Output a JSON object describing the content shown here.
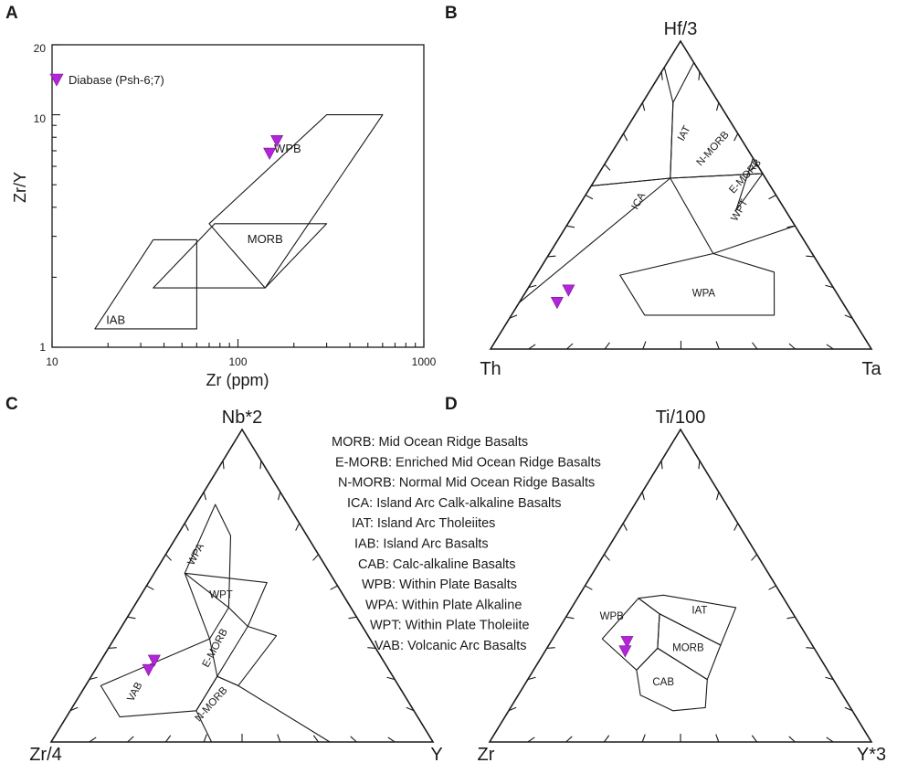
{
  "chart_data": [
    {
      "panel": "A",
      "type": "scatter",
      "xlabel": "Zr (ppm)",
      "ylabel": "Zr/Y",
      "xscale": "log",
      "yscale": "log",
      "xlim": [
        10,
        1000
      ],
      "ylim": [
        1,
        20
      ],
      "xticks": [
        "10",
        "100",
        "1000"
      ],
      "yticks": [
        "1",
        "10",
        "20"
      ],
      "legend": {
        "position": "top-left",
        "entries": [
          "Diabase (Psh-6;7)"
        ]
      },
      "fields": [
        {
          "name": "WPB",
          "label_at": [
            185,
            7.1
          ],
          "polygon": [
            [
              70,
              3.4
            ],
            [
              300,
              10
            ],
            [
              600,
              10
            ],
            [
              140,
              1.8
            ]
          ]
        },
        {
          "name": "MORB",
          "label_at": [
            140,
            2.9
          ],
          "polygon": [
            [
              35,
              1.8
            ],
            [
              75,
              3.4
            ],
            [
              300,
              3.4
            ],
            [
              140,
              1.8
            ]
          ]
        },
        {
          "name": "IAB",
          "label_at": [
            22,
            1.3
          ],
          "polygon": [
            [
              17,
              1.2
            ],
            [
              35,
              2.9
            ],
            [
              60,
              2.9
            ],
            [
              60,
              1.2
            ]
          ]
        }
      ],
      "series": [
        {
          "name": "Diabase (Psh-6;7)",
          "points": [
            [
              162,
              7.7
            ],
            [
              148,
              6.8
            ]
          ]
        }
      ]
    },
    {
      "panel": "B",
      "type": "ternary",
      "apices": {
        "top": "Hf/3",
        "left": "Th",
        "right": "Ta"
      },
      "fields": [
        {
          "name": "IAT",
          "label_at": [
            0.7,
            0.14,
            0.16
          ],
          "rotate": -62,
          "polygon": [
            [
              0.915,
              0.085,
              0
            ],
            [
              0.53,
              0.47,
              0
            ],
            [
              0.555,
              0.25,
              0.195
            ],
            [
              0.8,
              0.12,
              0.08
            ]
          ]
        },
        {
          "name": "ICA",
          "label_at": [
            0.48,
            0.37,
            0.15
          ],
          "rotate": -62,
          "polygon": [
            [
              0.53,
              0.47,
              0
            ],
            [
              0.15,
              0.85,
              0
            ],
            [
              0.555,
              0.25,
              0.195
            ]
          ]
        },
        {
          "name": "N-MORB",
          "label_at": [
            0.65,
            0.09,
            0.26
          ],
          "rotate": -48,
          "polygon": [
            [
              0.8,
              0.12,
              0.08
            ],
            [
              0.93,
              0,
              0.07
            ],
            [
              0.57,
              0,
              0.43
            ],
            [
              0.555,
              0.25,
              0.195
            ]
          ]
        },
        {
          "name": "E-MORB",
          "label_at": [
            0.56,
            0.05,
            0.39
          ],
          "rotate": -48,
          "polygon": [
            [
              0.62,
              0,
              0.38
            ],
            [
              0.57,
              0,
              0.43
            ],
            [
              0.45,
              0.13,
              0.42
            ]
          ]
        },
        {
          "name": "WPT",
          "label_at": [
            0.45,
            0.12,
            0.43
          ],
          "rotate": -60,
          "polygon": [
            [
              0.57,
              0,
              0.43
            ],
            [
              0.45,
              0,
              0.55
            ],
            [
              0.4,
              0,
              0.6
            ],
            [
              0.31,
              0.26,
              0.43
            ],
            [
              0.555,
              0.25,
              0.195
            ]
          ]
        },
        {
          "name": "WPA",
          "label_at": [
            0.18,
            0.35,
            0.47
          ],
          "rotate": 0,
          "polygon": [
            [
              0.31,
              0.26,
              0.43
            ],
            [
              0.25,
              0.13,
              0.62
            ],
            [
              0.11,
              0.2,
              0.69
            ],
            [
              0.11,
              0.54,
              0.35
            ],
            [
              0.24,
              0.54,
              0.22
            ]
          ]
        }
      ],
      "series": [
        {
          "name": "Diabase (Psh-6;7)",
          "points": [
            [
              0.19,
              0.7,
              0.11
            ],
            [
              0.15,
              0.75,
              0.1
            ]
          ]
        }
      ]
    },
    {
      "panel": "C",
      "type": "ternary",
      "apices": {
        "top": "Nb*2",
        "left": "Zr/4",
        "right": "Y"
      },
      "fields": [
        {
          "name": "WPA",
          "label_at": [
            0.6,
            0.32,
            0.08
          ],
          "rotate": -62,
          "polygon": [
            [
              0.76,
              0.19,
              0.05
            ],
            [
              0.54,
              0.38,
              0.08
            ],
            [
              0.33,
              0.42,
              0.25
            ],
            [
              0.43,
              0.32,
              0.25
            ],
            [
              0.66,
              0.2,
              0.14
            ]
          ]
        },
        {
          "name": "WPT",
          "label_at": [
            0.47,
            0.32,
            0.21
          ],
          "rotate": 0,
          "polygon": [
            [
              0.54,
              0.38,
              0.08
            ],
            [
              0.43,
              0.32,
              0.25
            ],
            [
              0.37,
              0.3,
              0.33
            ],
            [
              0.51,
              0.18,
              0.31
            ]
          ]
        },
        {
          "name": "E-MORB",
          "label_at": [
            0.3,
            0.42,
            0.28
          ],
          "rotate": -62,
          "polygon": [
            [
              0.37,
              0.3,
              0.33
            ],
            [
              0.21,
              0.46,
              0.33
            ],
            [
              0.18,
              0.42,
              0.4
            ],
            [
              0.34,
              0.24,
              0.42
            ]
          ]
        },
        {
          "name": "VAB",
          "label_at": [
            0.16,
            0.7,
            0.14
          ],
          "rotate": -62,
          "polygon": [
            [
              0.33,
              0.42,
              0.25
            ],
            [
              0.21,
              0.46,
              0.33
            ],
            [
              0.1,
              0.57,
              0.33
            ],
            [
              0.08,
              0.78,
              0.14
            ],
            [
              0.18,
              0.78,
              0.04
            ]
          ]
        },
        {
          "name": "N-MORB",
          "label_at": [
            0.12,
            0.52,
            0.36
          ],
          "rotate": -48,
          "polygon": [
            [
              0.21,
              0.46,
              0.33
            ],
            [
              0.1,
              0.57,
              0.33
            ],
            [
              0,
              0.58,
              0.42
            ],
            [
              0,
              0.27,
              0.73
            ],
            [
              0.18,
              0.42,
              0.4
            ]
          ]
        }
      ],
      "series": [
        {
          "name": "Diabase (Psh-6;7)",
          "points": [
            [
              0.26,
              0.6,
              0.14
            ],
            [
              0.23,
              0.63,
              0.14
            ]
          ]
        }
      ]
    },
    {
      "panel": "D",
      "type": "ternary",
      "apices": {
        "top": "Ti/100",
        "left": "Zr",
        "right": "Y*3"
      },
      "fields": [
        {
          "name": "WPB",
          "label_at": [
            0.4,
            0.48,
            0.12
          ],
          "rotate": 0,
          "polygon": [
            [
              0.46,
              0.38,
              0.16
            ],
            [
              0.33,
              0.54,
              0.13
            ],
            [
              0.23,
              0.5,
              0.27
            ],
            [
              0.3,
              0.41,
              0.29
            ],
            [
              0.41,
              0.35,
              0.24
            ]
          ]
        },
        {
          "name": "IAT",
          "label_at": [
            0.42,
            0.24,
            0.34
          ],
          "rotate": 0,
          "polygon": [
            [
              0.46,
              0.38,
              0.16
            ],
            [
              0.47,
              0.31,
              0.22
            ],
            [
              0.43,
              0.14,
              0.43
            ],
            [
              0.31,
              0.24,
              0.45
            ],
            [
              0.41,
              0.35,
              0.24
            ]
          ]
        },
        {
          "name": "MORB",
          "label_at": [
            0.3,
            0.33,
            0.37
          ],
          "rotate": 0,
          "polygon": [
            [
              0.41,
              0.35,
              0.24
            ],
            [
              0.31,
              0.24,
              0.45
            ],
            [
              0.2,
              0.33,
              0.47
            ],
            [
              0.3,
              0.41,
              0.29
            ]
          ]
        },
        {
          "name": "CAB",
          "label_at": [
            0.19,
            0.45,
            0.36
          ],
          "rotate": 0,
          "polygon": [
            [
              0.3,
              0.41,
              0.29
            ],
            [
              0.2,
              0.33,
              0.47
            ],
            [
              0.11,
              0.38,
              0.51
            ],
            [
              0.1,
              0.47,
              0.43
            ],
            [
              0.15,
              0.53,
              0.32
            ],
            [
              0.23,
              0.5,
              0.27
            ]
          ]
        }
      ],
      "series": [
        {
          "name": "Diabase (Psh-6;7)",
          "points": [
            [
              0.32,
              0.48,
              0.2
            ],
            [
              0.29,
              0.5,
              0.21
            ]
          ]
        }
      ]
    }
  ],
  "panels": {
    "A": "A",
    "B": "B",
    "C": "C",
    "D": "D"
  },
  "legend": {
    "marker": "▼",
    "label": "Diabase (Psh-6;7)",
    "marker_color": "#b225d8"
  },
  "abbreviations": [
    "MORB: Mid Ocean Ridge Basalts",
    "E-MORB: Enriched Mid Ocean Ridge Basalts",
    "N-MORB: Normal Mid Ocean Ridge Basalts",
    "ICA: Island Arc Calk-alkaline Basalts",
    "IAT: Island Arc Tholeiites",
    "IAB: Island Arc Basalts",
    "CAB: Calc-alkaline Basalts",
    "WPB: Within Plate Basalts",
    "WPA: Within Plate Alkaline",
    "WPT: Within Plate Tholeiite",
    "VAB: Volcanic Arc Basalts"
  ]
}
